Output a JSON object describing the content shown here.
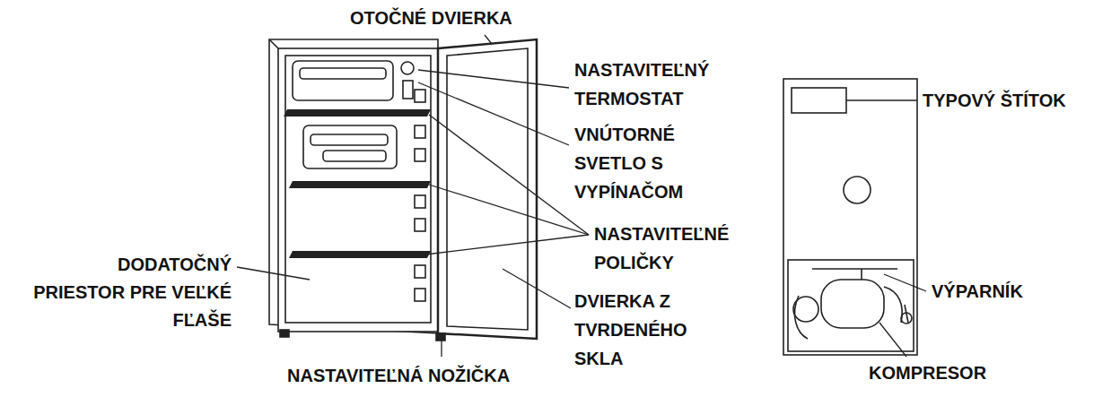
{
  "diagram": {
    "labels": [
      "OTOČNÉ DVIERKA",
      "NASTAVITEĽNÝ TERMOSTAT",
      "VNÚTORNÉ SVETLO S VYPÍNAČOM",
      "NASTAVITEĽNÉ POLIČKY",
      "DODATOČNÝ PRIESTOR PRE VEĽKÉ FĽAŠE",
      "DVIERKA Z TVRDENÉHO SKLA",
      "NASTAVITEĽNÁ NOŽIČKA",
      "TYPOVÝ ŠTÍTOK",
      "VÝPARNÍK",
      "KOMPRESOR"
    ]
  }
}
